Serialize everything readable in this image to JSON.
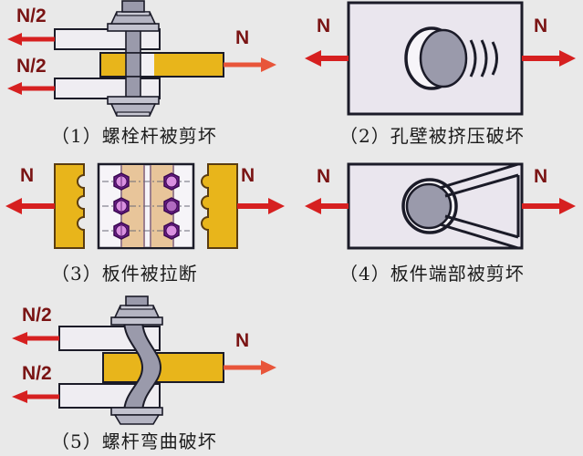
{
  "page": {
    "background_color": "#e9e9e9",
    "title_implicit": "Bolted connection failure modes"
  },
  "palette": {
    "plate_yellow": "#e8b51b",
    "plate_yellow_dark": "#d9a913",
    "plate_white": "#efedf2",
    "plate_lavender": "#eae6ee",
    "bolt_gray": "#9a9aab",
    "bolt_gray_dark": "#8a8a9c",
    "outline": "#1b1b28",
    "arrow_red": "#d62020",
    "arrow_orange_red": "#e8553a",
    "label_dark_red": "#7a1414",
    "bolt_purple": "#6a1b8a",
    "bolt_purple_light": "#d98fe0",
    "stripe_tan": "#e8c59a",
    "stripe_line": "#9b7f8f"
  },
  "figures": [
    {
      "id": "fig1",
      "number": "1",
      "caption": "（1）螺栓杆被剪坏",
      "description": "bolt-shank-shear-failure",
      "force_labels": [
        {
          "name": "left-top-force-label",
          "text": "N/2",
          "direction": "left"
        },
        {
          "name": "left-bottom-force-label",
          "text": "N/2",
          "direction": "left"
        },
        {
          "name": "right-force-label",
          "text": "N",
          "direction": "right"
        }
      ]
    },
    {
      "id": "fig2",
      "number": "2",
      "caption": "（2）孔壁被挤压破坏",
      "description": "hole-wall-bearing-crush-failure",
      "force_labels": [
        {
          "name": "left-force-label",
          "text": "N",
          "direction": "left"
        },
        {
          "name": "right-force-label",
          "text": "N",
          "direction": "right"
        }
      ]
    },
    {
      "id": "fig3",
      "number": "3",
      "caption": "（3）板件被拉断",
      "description": "plate-tension-rupture-failure",
      "force_labels": [
        {
          "name": "left-force-label",
          "text": "N",
          "direction": "left"
        },
        {
          "name": "right-force-label",
          "text": "N",
          "direction": "right"
        }
      ],
      "bolt_rows": 3,
      "bolt_columns": 2
    },
    {
      "id": "fig4",
      "number": "4",
      "caption": "（4）板件端部被剪坏",
      "description": "plate-end-shear-tearout-failure",
      "force_labels": [
        {
          "name": "left-force-label",
          "text": "N",
          "direction": "left"
        },
        {
          "name": "right-force-label",
          "text": "N",
          "direction": "right"
        }
      ]
    },
    {
      "id": "fig5",
      "number": "5",
      "caption": "（5）螺杆弯曲破坏",
      "description": "bolt-shank-bending-failure",
      "force_labels": [
        {
          "name": "left-top-force-label",
          "text": "N/2",
          "direction": "left"
        },
        {
          "name": "left-bottom-force-label",
          "text": "N/2",
          "direction": "left"
        },
        {
          "name": "right-force-label",
          "text": "N",
          "direction": "right"
        }
      ]
    }
  ]
}
